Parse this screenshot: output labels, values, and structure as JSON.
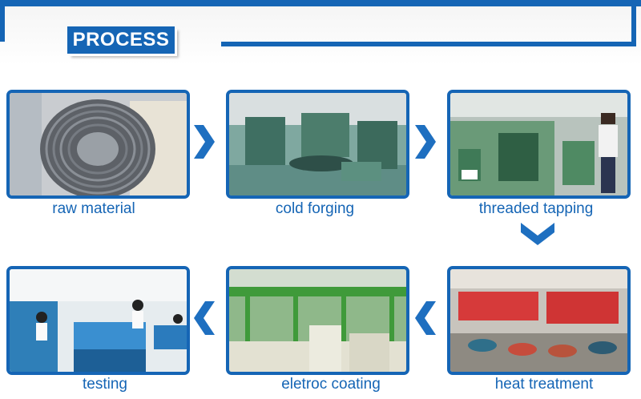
{
  "header": {
    "title": "PROCESS"
  },
  "steps": {
    "raw_material": "raw material",
    "cold_forging": "cold forging",
    "threaded_tapping": "threaded tapping",
    "heat_treatment": "heat treatment",
    "eletroc_coating": "eletroc coating",
    "testing": "testing"
  },
  "colors": {
    "brand": "#1565b5",
    "arrow": "#1e6fc0"
  },
  "icons": {
    "right": "chevron-right-icon",
    "down": "chevron-down-icon",
    "left": "chevron-left-icon"
  }
}
